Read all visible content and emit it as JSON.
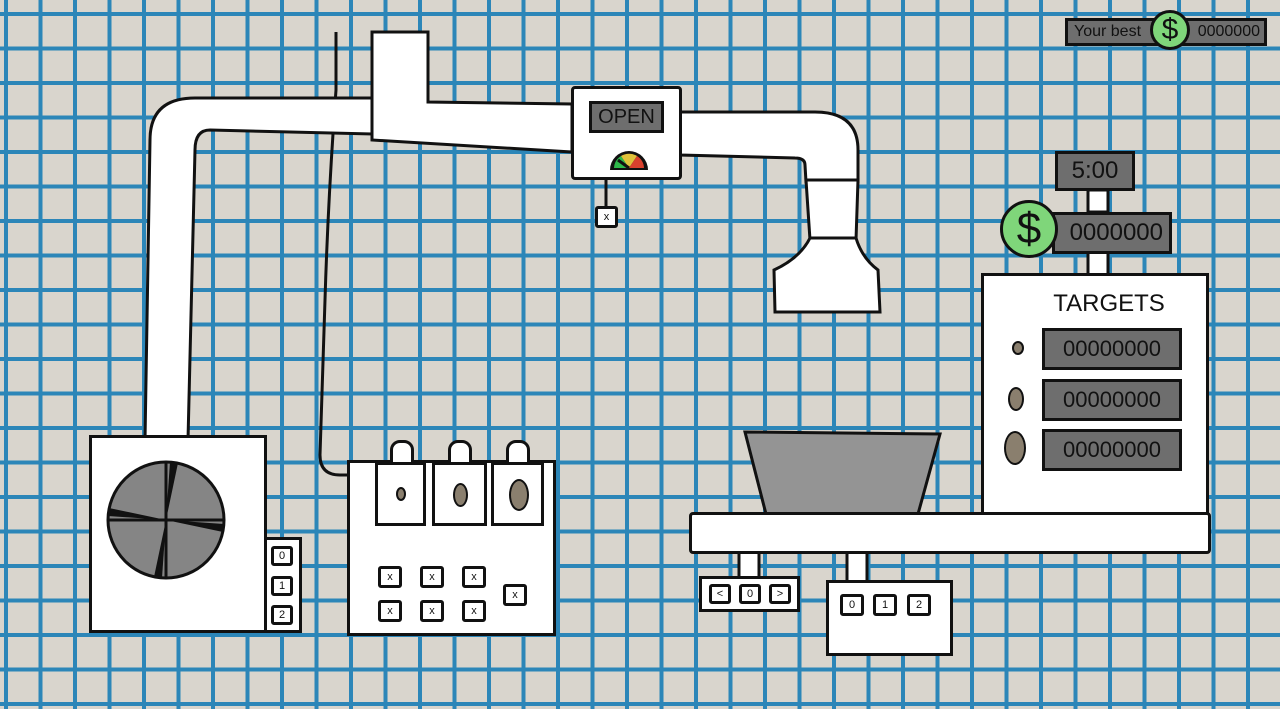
{
  "hud": {
    "best_label": "Your best",
    "best_value": "0000000",
    "currency_icon": "$",
    "timer": "5:00",
    "money": "0000000"
  },
  "valve": {
    "state": "OPEN",
    "close_label": "x"
  },
  "targets": {
    "title": "TARGETS",
    "items": [
      "00000000",
      "00000000",
      "00000000"
    ]
  },
  "fan_unit": {
    "buttons": [
      "0",
      "1",
      "2"
    ]
  },
  "control_panel": {
    "buttons": [
      "x",
      "x",
      "x",
      "x",
      "x",
      "x",
      "x"
    ]
  },
  "conveyor": {
    "direction_buttons": [
      "<",
      "0",
      ">"
    ],
    "speed_buttons": [
      "0",
      "1",
      "2"
    ]
  },
  "colors": {
    "grid_line": "#2c86b8",
    "paper": "#d9d5cd",
    "coin": "#7fd67a",
    "display": "#6e6e6e"
  }
}
